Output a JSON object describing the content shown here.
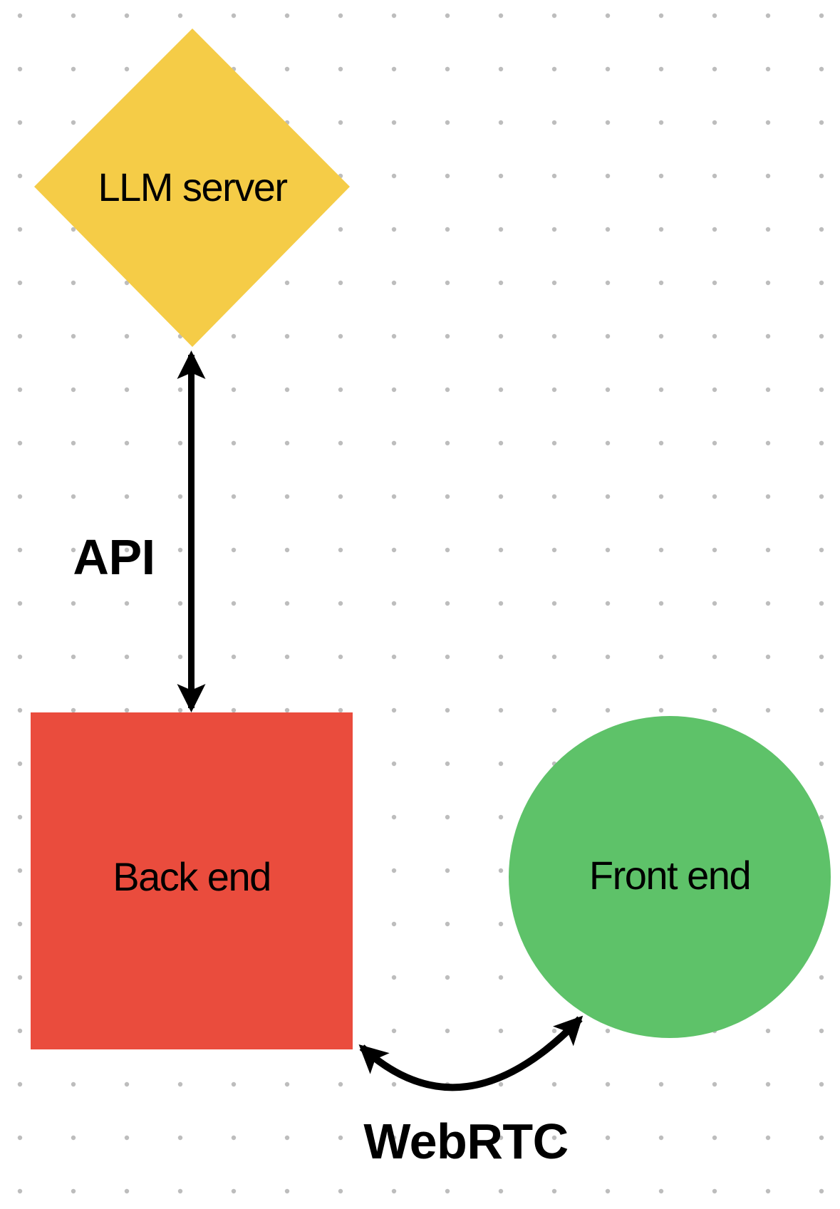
{
  "canvas": {
    "background": "#FFFFFF",
    "dot_color": "#BDBDBD"
  },
  "nodes": {
    "llm_server": {
      "label": "LLM server",
      "shape": "diamond",
      "color": "#F5CC47"
    },
    "back_end": {
      "label": "Back end",
      "shape": "square",
      "color": "#EA4C3D"
    },
    "front_end": {
      "label": "Front end",
      "shape": "circle",
      "color": "#5EC269"
    }
  },
  "edges": {
    "api": {
      "label": "API",
      "from": "LLM server",
      "to": "Back end",
      "type": "straight-double-arrow",
      "color": "#000000"
    },
    "webrtc": {
      "label": "WebRTC",
      "from": "Back end",
      "to": "Front end",
      "type": "curved-double-arrow",
      "color": "#000000"
    }
  }
}
